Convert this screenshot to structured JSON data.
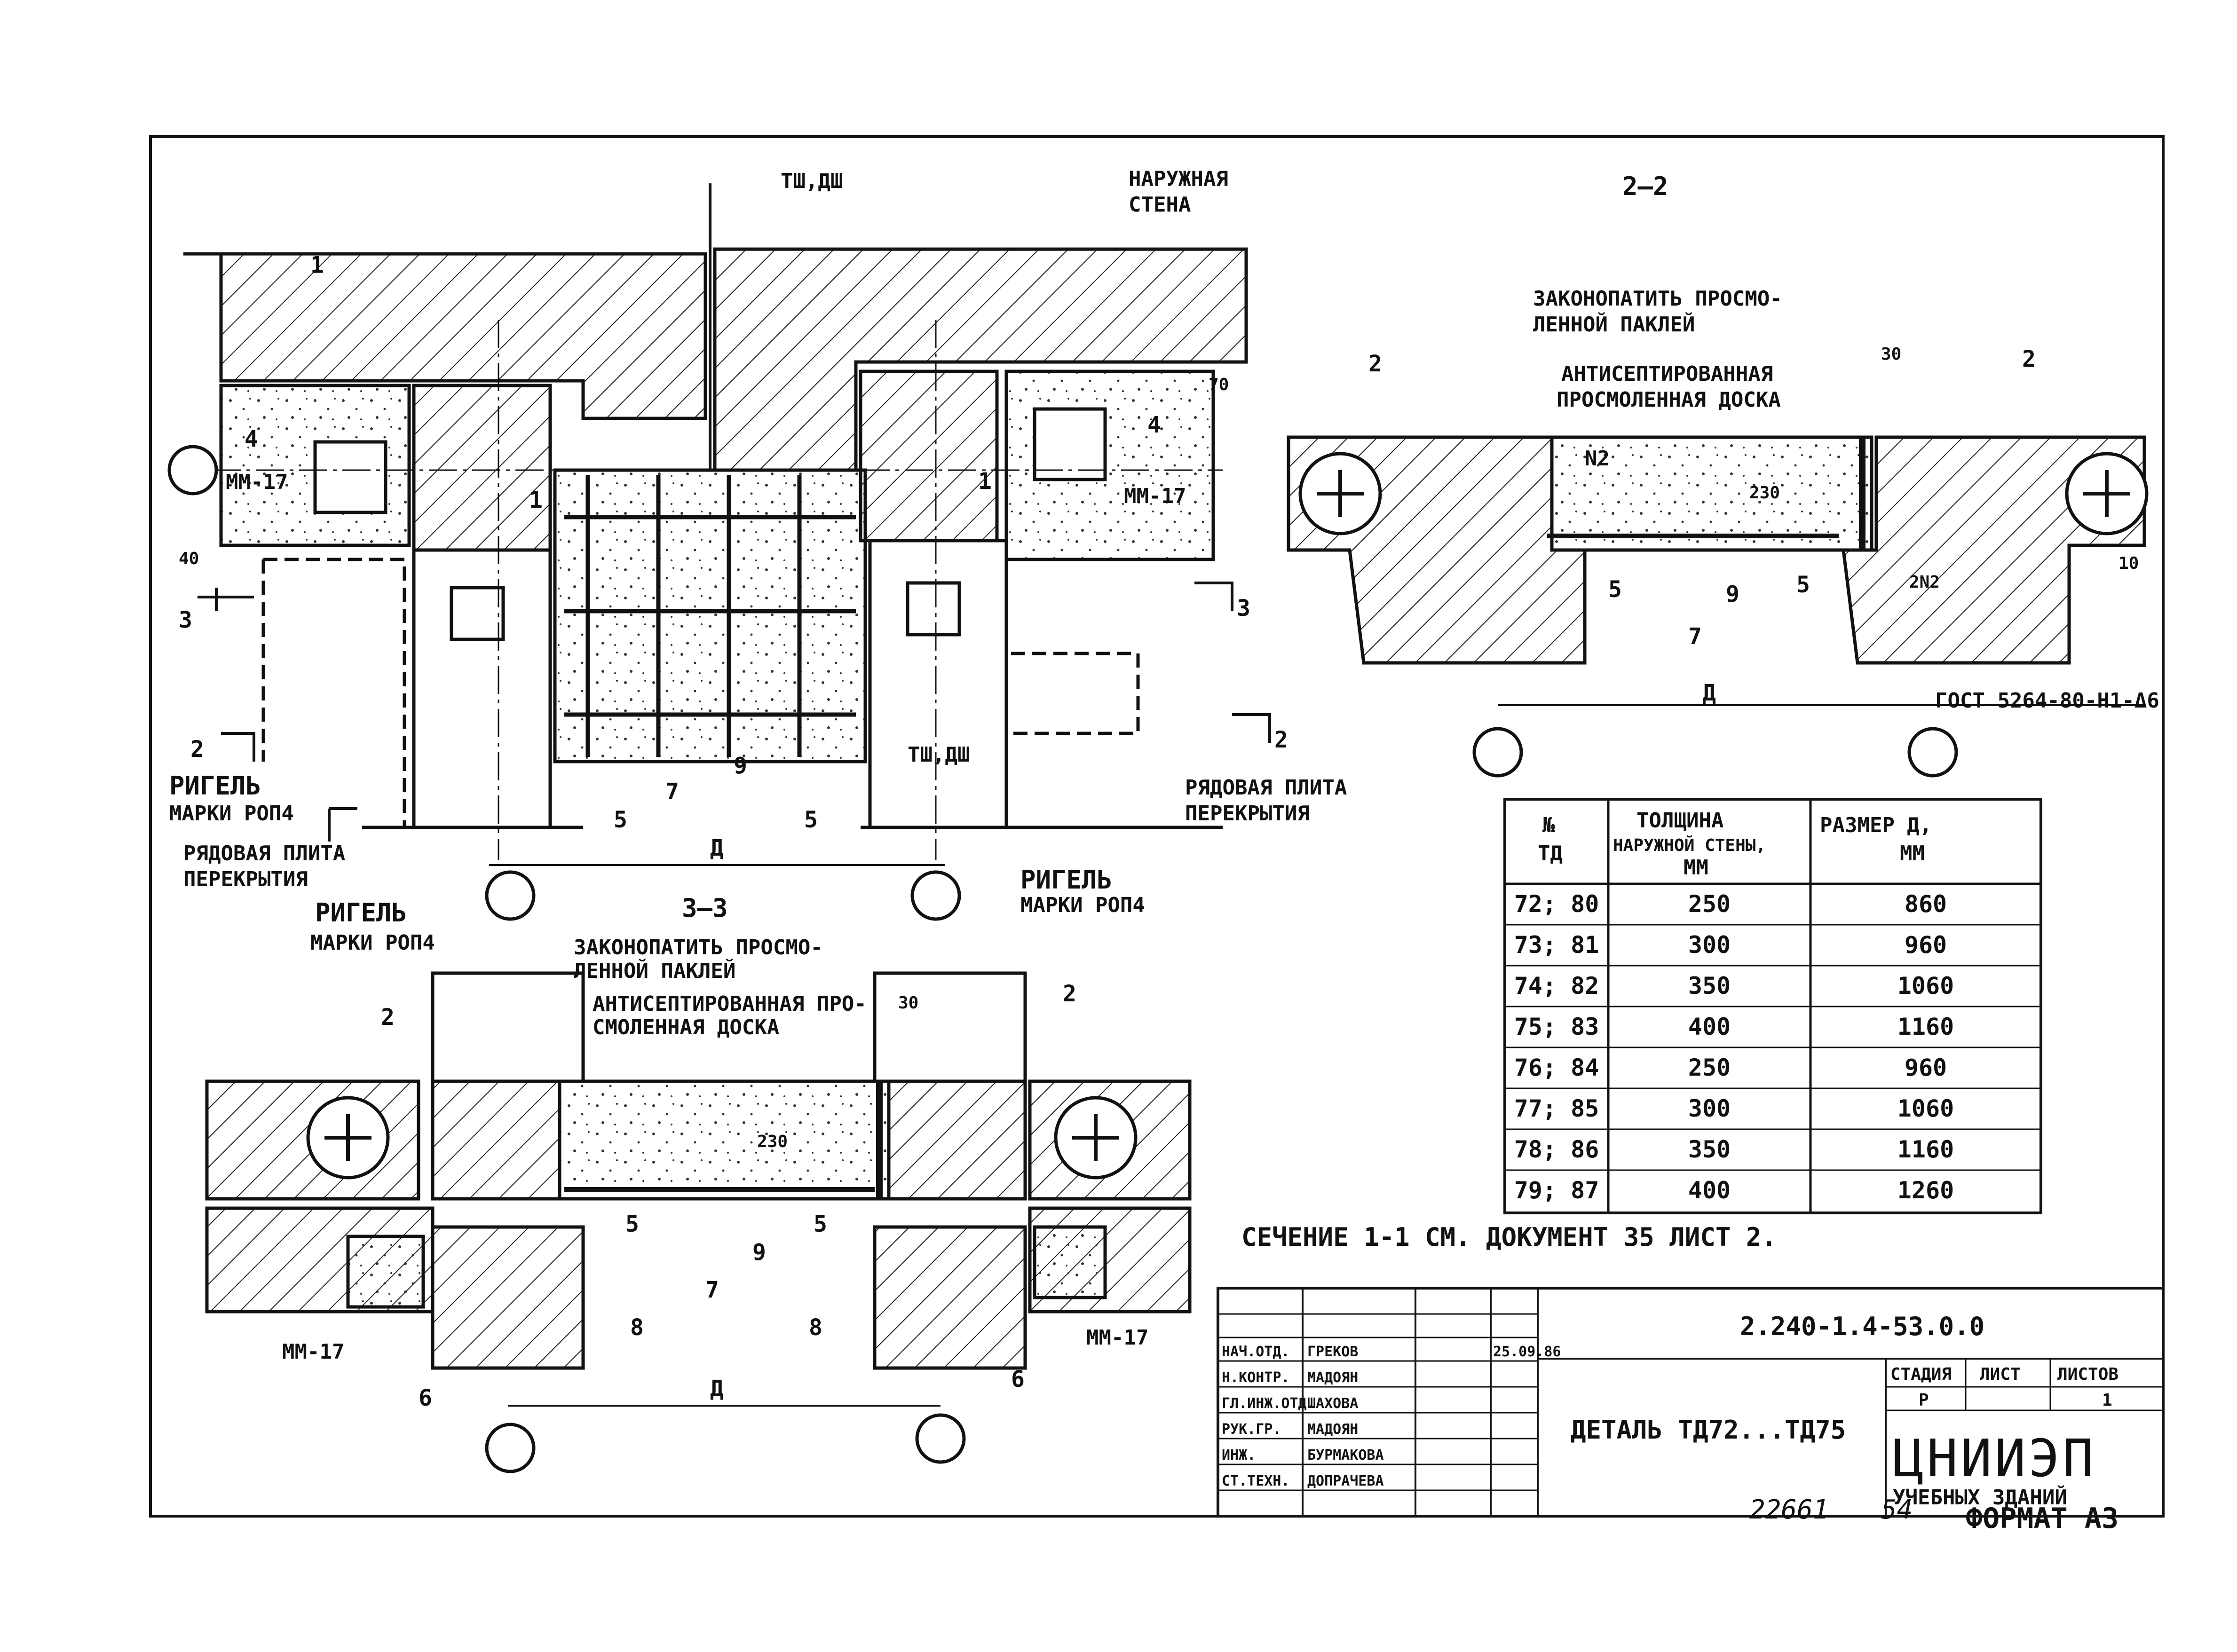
{
  "plan": {
    "axis_tsh": "ТШ,ДШ",
    "outer_wall_1": "НАРУЖНАЯ",
    "outer_wall_2": "СТЕНА",
    "mm17_left": "ММ-17",
    "mm17_right": "ММ-17",
    "rigel_a1": "РИГЕЛЬ",
    "rigel_a2": "МАРКИ РОП4",
    "slab_a1": "РЯДОВАЯ ПЛИТА",
    "slab_a2": "ПЕРЕКРЫТИЯ",
    "rigel_b1": "РИГЕЛЬ",
    "rigel_b2": "МАРКИ РОП4",
    "rigel_c1": "РИГЕЛЬ",
    "rigel_c2": "МАРКИ РОП4",
    "slab_b1": "РЯДОВАЯ ПЛИТА",
    "slab_b2": "ПЕРЕКРЫТИЯ",
    "tsh_lower": "ТШ,ДШ",
    "dim_d": "Д",
    "dim_70": "70",
    "dim_40": "40",
    "mk": {
      "m1a": "1",
      "m1b": "1",
      "m1c": "1",
      "m4a": "4",
      "m4b": "4",
      "m2": "2",
      "m3a": "3",
      "m3b": "3",
      "m2b": "2",
      "m5a": "5",
      "m5b": "5",
      "m7": "7",
      "m9": "9"
    }
  },
  "sec22": {
    "title": "2–2",
    "caulk_1": "ЗАКОНОПАТИТЬ ПРОСМО-",
    "caulk_2": "ЛЕННОЙ ПАКЛЕЙ",
    "board_1": "АНТИСЕПТИРОВАННАЯ",
    "board_2": "ПРОСМОЛЕННАЯ ДОСКА",
    "dim_30": "30",
    "dim_230": "230",
    "dim_10": "10",
    "n2a": "N2",
    "n2b": "2N2",
    "gost": "ГОСТ 5264-80-Н1-Δ6",
    "dim_d": "Д",
    "mk": {
      "m2a": "2",
      "m2b": "2",
      "m5a": "5",
      "m5b": "5",
      "m9": "9",
      "m7": "7"
    }
  },
  "sec33": {
    "title": "3–3",
    "caulk_1": "ЗАКОНОПАТИТЬ ПРОСМО-",
    "caulk_2": "ЛЕННОЙ ПАКЛЕЙ",
    "board_1": "АНТИСЕПТИРОВАННАЯ ПРО-",
    "board_2": "СМОЛЕННАЯ ДОСКА",
    "dim_30": "30",
    "dim_230": "230",
    "mm17_left": "ММ-17",
    "mm17_right": "ММ-17",
    "dim_d": "Д",
    "mk": {
      "m2a": "2",
      "m2b": "2",
      "m5a": "5",
      "m5b": "5",
      "m9": "9",
      "m7": "7",
      "m8a": "8",
      "m8b": "8",
      "m6a": "6",
      "m6b": "6"
    }
  },
  "table": {
    "h1": "№",
    "h1b": "ТД",
    "h2a": "ТОЛЩИНА",
    "h2b": "НАРУЖНОЙ СТЕНЫ,",
    "h2c": "ММ",
    "h3a": "РАЗМЕР Д,",
    "h3b": "ММ",
    "rows": [
      [
        "72; 80",
        "250",
        "860"
      ],
      [
        "73; 81",
        "300",
        "960"
      ],
      [
        "74; 82",
        "350",
        "1060"
      ],
      [
        "75; 83",
        "400",
        "1160"
      ],
      [
        "76; 84",
        "250",
        "960"
      ],
      [
        "77; 85",
        "300",
        "1060"
      ],
      [
        "78; 86",
        "350",
        "1160"
      ],
      [
        "79; 87",
        "400",
        "1260"
      ]
    ]
  },
  "note": "СЕЧЕНИЕ 1-1 СМ. ДОКУМЕНТ 35 ЛИСТ 2.",
  "title_block": {
    "code": "2.240-1.4-53.0.0",
    "roles": [
      "НАЧ.ОТД.",
      "Н.КОНТР.",
      "ГЛ.ИНЖ.ОТД.",
      "РУК.ГР.",
      "ИНЖ.",
      "СТ.ТЕХН."
    ],
    "names": [
      "ГРЕКОВ",
      "МАДОЯН",
      "ШАХОВА",
      "МАДОЯН",
      "БУРМАКОВА",
      "ДОПРАЧЕВА"
    ],
    "date": "25.09.86",
    "detail": "ДЕТАЛЬ ТД72...ТД75",
    "stage_h": "СТАДИЯ",
    "sheet_h": "ЛИСТ",
    "sheets_h": "ЛИСТОВ",
    "stage": "Р",
    "sheets": "1",
    "org": "ЦНИИЭП",
    "org2": "УЧЕБНЫХ ЗДАНИЙ"
  },
  "footer": {
    "inv": "22661",
    "page": "54",
    "format": "ФОРМАТ А3"
  }
}
